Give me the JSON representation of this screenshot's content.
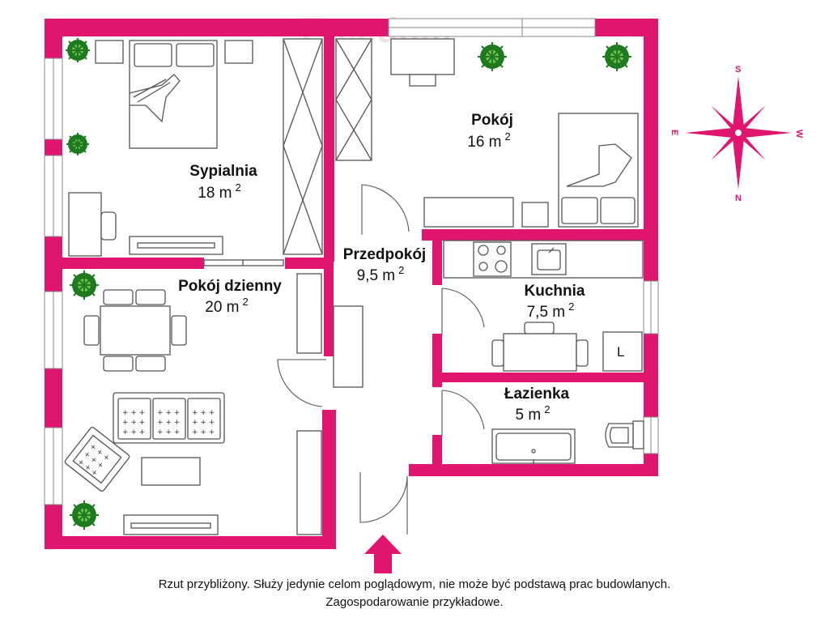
{
  "colors": {
    "wall": "#e0156e",
    "furniture_stroke": "#555555",
    "plant": "#1e7a1e",
    "text": "#111111"
  },
  "watermark": "Freedom",
  "rooms": [
    {
      "name": "Sypialnia",
      "area": "18 m",
      "unit_sup": "2"
    },
    {
      "name": "Pokój",
      "area": "16 m",
      "unit_sup": "2"
    },
    {
      "name": "Pokój dzienny",
      "area": "20 m",
      "unit_sup": "2"
    },
    {
      "name": "Przedpokój",
      "area": "9,5 m",
      "unit_sup": "2"
    },
    {
      "name": "Kuchnia",
      "area": "7,5 m",
      "unit_sup": "2"
    },
    {
      "name": "Łazienka",
      "area": "5 m",
      "unit_sup": "2"
    }
  ],
  "kitchen_fridge_label": "L",
  "compass": {
    "north": "N",
    "south": "S",
    "east": "E",
    "west": "W"
  },
  "entrance_icon": "entrance-arrow-icon",
  "disclaimer": {
    "line1": "Rzut przybliżony. Służy jedynie celom poglądowym, nie może być podstawą prac budowlanych.",
    "line2": "Zagospodarowanie przykładowe."
  }
}
